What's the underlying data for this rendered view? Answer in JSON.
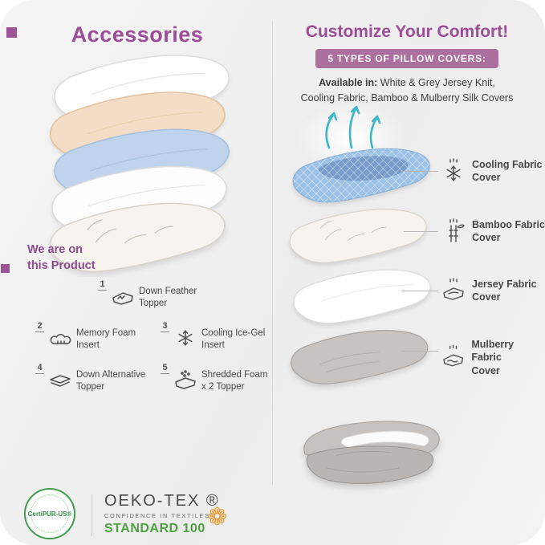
{
  "left": {
    "title": "Accessories",
    "note_line1": "We are on",
    "note_line2": "this Product",
    "items": [
      {
        "num": "1",
        "line1": "Down Feather",
        "line2": "Topper"
      },
      {
        "num": "2",
        "line1": "Memory Foam",
        "line2": "Insert"
      },
      {
        "num": "3",
        "line1": "Cooling Ice-Gel",
        "line2": "Insert"
      },
      {
        "num": "4",
        "line1": "Down Alternative",
        "line2": "Topper"
      },
      {
        "num": "5",
        "line1": "Shredded Foam",
        "line2": "x 2 Topper"
      }
    ]
  },
  "right": {
    "title": "Customize Your Comfort!",
    "badge": "5 TYPES OF PILLOW COVERS:",
    "available_prefix": "Available in:",
    "available_line1": "White & Grey Jersey Knit,",
    "available_line2": "Cooling Fabric, Bamboo & Mulberry Silk Covers",
    "covers": [
      {
        "line1": "Cooling Fabric",
        "line2": "Cover"
      },
      {
        "line1": "Bamboo Fabric",
        "line2": "Cover"
      },
      {
        "line1": "Jersey Fabric",
        "line2": "Cover"
      },
      {
        "line1": "Mulberry Fabric",
        "line2": "Cover"
      }
    ]
  },
  "footer": {
    "certipur_label": "CertiPUR-US®",
    "oeko_brand": "OEKO-TEX ®",
    "oeko_sub": "CONFIDENCE IN TEXTILES",
    "oeko_standard": "STANDARD 100"
  },
  "colors": {
    "accent_purple": "#9c4d97",
    "badge_pink": "#ad6f9e",
    "standard_green": "#4ba23e",
    "teal": "#3db6c9"
  }
}
